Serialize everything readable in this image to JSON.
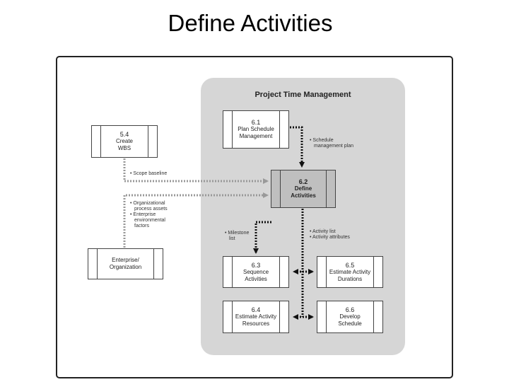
{
  "slide_title": "Define Activities",
  "diagram": {
    "region_title": "Project Time Management",
    "boxes": {
      "p61": {
        "number": "6.1",
        "label_line1": "Plan Schedule",
        "label_line2": "Management"
      },
      "p54": {
        "number": "5.4",
        "label_line1": "Create",
        "label_line2": "WBS"
      },
      "p62": {
        "number": "6.2",
        "label_line1": "Define",
        "label_line2": "Activities"
      },
      "enterprise": {
        "label_line1": "Enterprise/",
        "label_line2": "Organization"
      },
      "p63": {
        "number": "6.3",
        "label_line1": "Sequence",
        "label_line2": "Activities"
      },
      "p65": {
        "number": "6.5",
        "label_line1": "Estimate Activity",
        "label_line2": "Durations"
      },
      "p64": {
        "number": "6.4",
        "label_line1": "Estimate Activity",
        "label_line2": "Resources"
      },
      "p66": {
        "number": "6.6",
        "label_line1": "Develop",
        "label_line2": "Schedule"
      }
    },
    "notes": {
      "schedule_mgmt_plan_1": "• Schedule",
      "schedule_mgmt_plan_2": "management plan",
      "scope_baseline": "• Scope baseline",
      "org_process_1": "• Organizational",
      "org_process_2": "process assets",
      "enterprise_env_1": "• Enterprise",
      "enterprise_env_2": "environmental",
      "enterprise_env_3": "factors",
      "milestone_1": "• Milestone",
      "milestone_2": "list",
      "activity_list": "• Activity list",
      "activity_attributes": "• Activity attributes"
    }
  }
}
